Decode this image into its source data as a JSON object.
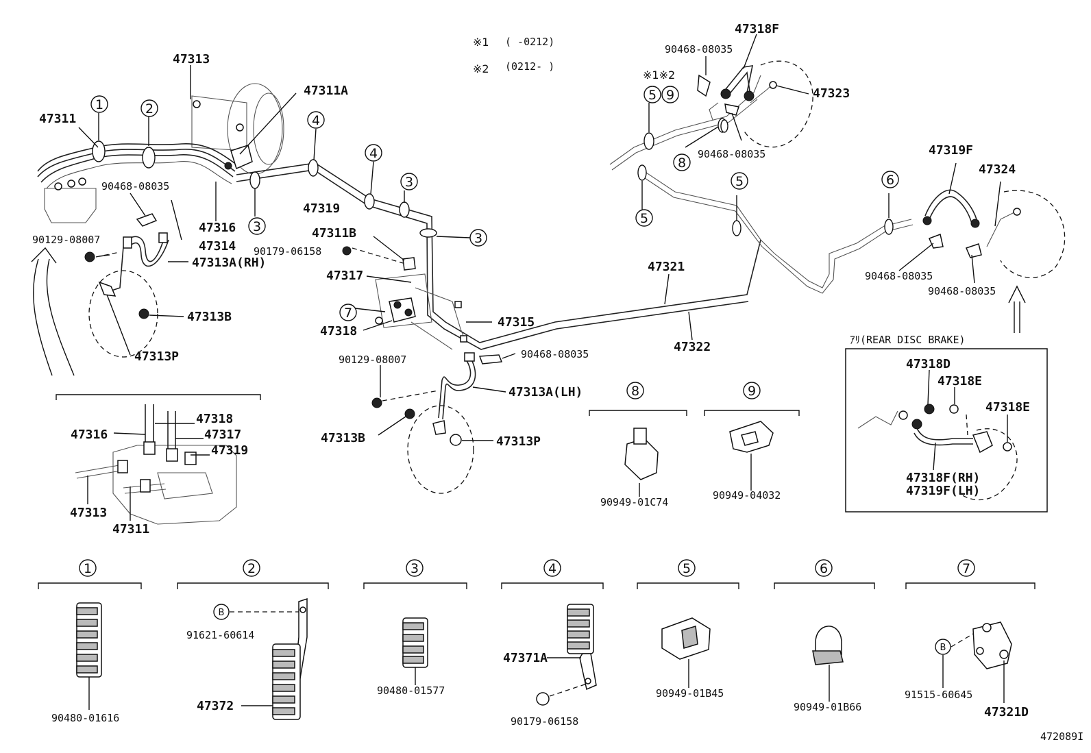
{
  "notes": {
    "n1_mark": "※1",
    "n1_range": "(      -0212)",
    "n2_mark": "※2",
    "n2_range": "(0212-      )",
    "n12": "※1※2"
  },
  "callout_numbers": [
    "1",
    "2",
    "3",
    "4",
    "5",
    "6",
    "7",
    "8",
    "9"
  ],
  "callout_letter": "B",
  "labels": {
    "p47311": "47311",
    "p47313": "47313",
    "p47311A": "47311A",
    "p90468_a": "90468-08035",
    "p47316": "47316",
    "p47314": "47314",
    "p90129_a": "90129-08007",
    "p47313A_RH": "47313A(RH)",
    "p47313B_a": "47313B",
    "p47313P_a": "47313P",
    "p47319": "47319",
    "p47311B": "47311B",
    "p90179_a": "90179-06158",
    "p47317": "47317",
    "p47318": "47318",
    "p47315": "47315",
    "p90468_b": "90468-08035",
    "p90129_b": "90129-08007",
    "p47313A_LH": "47313A(LH)",
    "p47313B_b": "47313B",
    "p47313P_b": "47313P",
    "p47321": "47321",
    "p47322": "47322",
    "p47318F": "47318F",
    "p90468_c": "90468-08035",
    "p47323": "47323",
    "p90468_d": "90468-08035",
    "p47319F": "47319F",
    "p47324": "47324",
    "p90468_e": "90468-08035",
    "p90468_f": "90468-08035",
    "d_47316": "47316",
    "d_47318": "47318",
    "d_47317": "47317",
    "d_47319": "47319",
    "d_47313": "47313",
    "d_47311": "47311",
    "c8_part": "90949-01C74",
    "c9_part": "90949-04032"
  },
  "rear_disc_box": {
    "title": "ｱﾘ(REAR DISC BRAKE)",
    "p47318D": "47318D",
    "p47318E_a": "47318E",
    "p47318E_b": "47318E",
    "p47318F_RH": "47318F(RH)",
    "p47319F_LH": "47319F(LH)"
  },
  "clamps": [
    {
      "num": "1",
      "parts": [
        "90480-01616"
      ]
    },
    {
      "num": "2",
      "parts": [
        "91621-60614",
        "47372"
      ]
    },
    {
      "num": "3",
      "parts": [
        "90480-01577"
      ]
    },
    {
      "num": "4",
      "parts": [
        "47371A",
        "90179-06158"
      ]
    },
    {
      "num": "5",
      "parts": [
        "90949-01B45"
      ]
    },
    {
      "num": "6",
      "parts": [
        "90949-01B66"
      ]
    },
    {
      "num": "7",
      "parts": [
        "91515-60645",
        "47321D"
      ]
    }
  ],
  "figure_id": "472089I"
}
